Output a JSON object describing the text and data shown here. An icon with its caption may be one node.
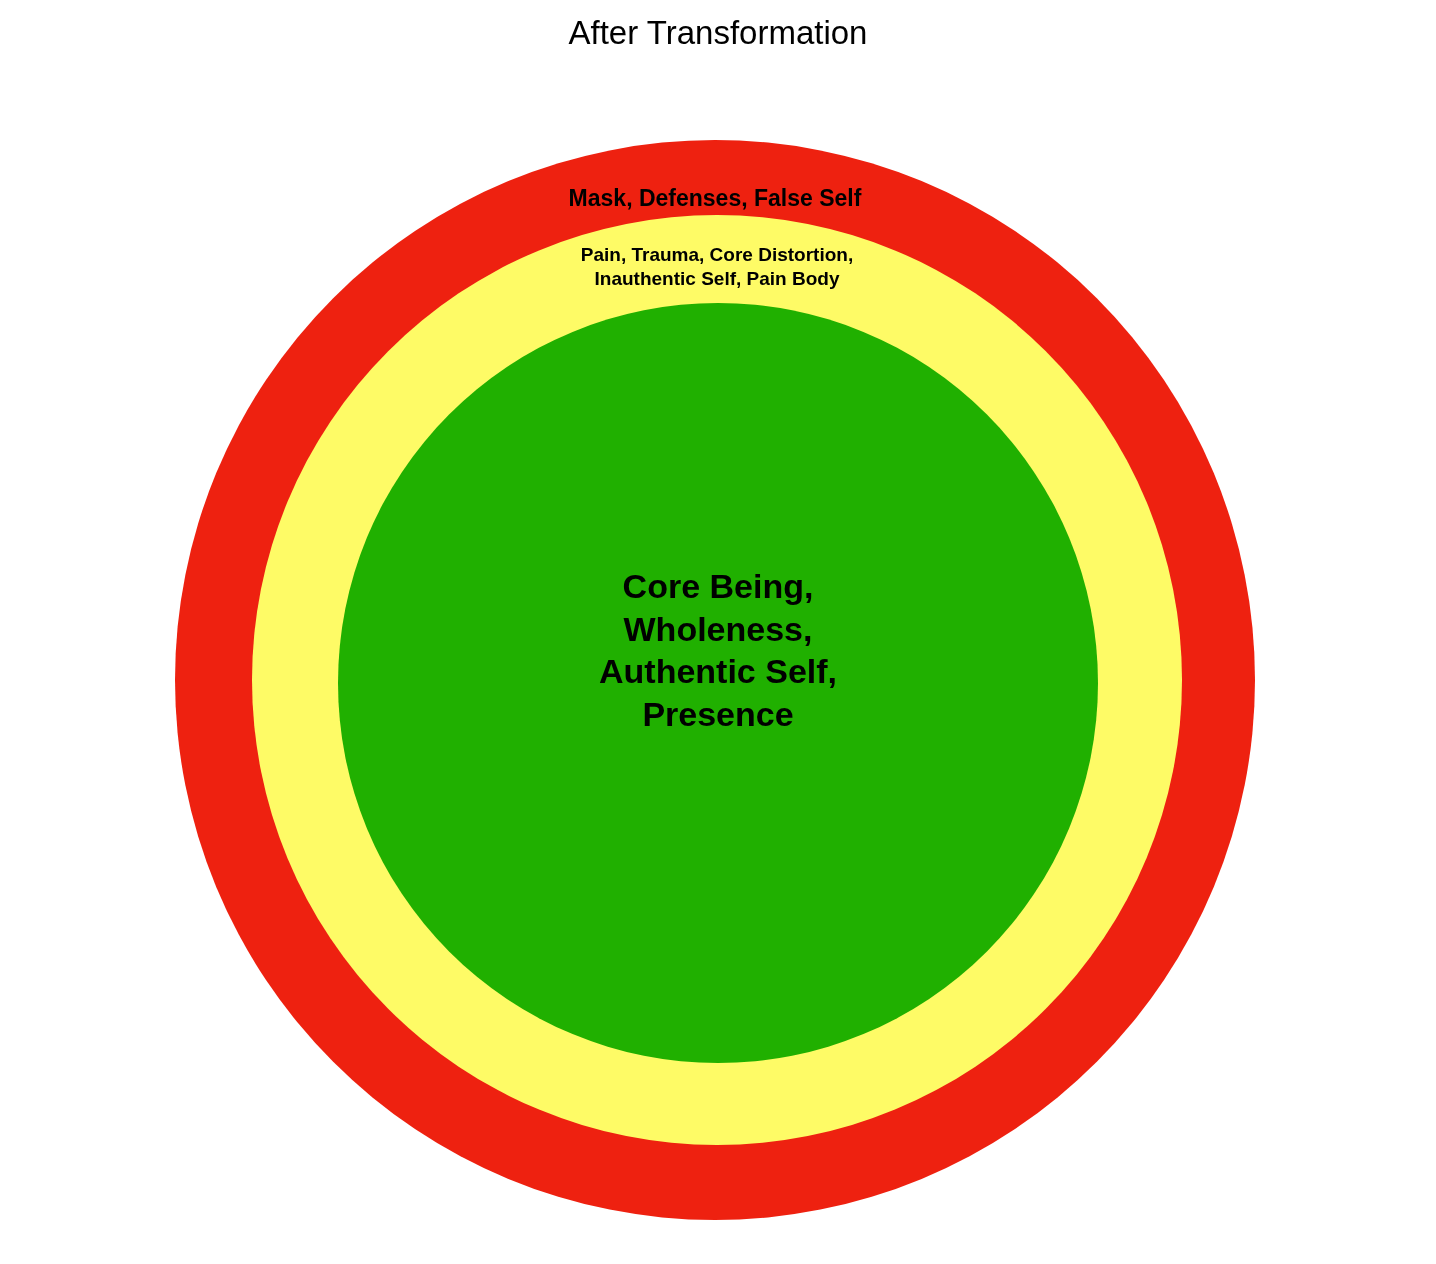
{
  "diagram": {
    "title": "After Transformation",
    "nodes": [
      {
        "text": [
          "Mask, Defenses, False Self"
        ]
      },
      {
        "text": [
          "Pain, Trauma, Core Distortion, Inauthentic Self, Pain Body"
        ],
        "in": 0
      },
      {
        "text": [
          "Core Being, Wholeness, Authentic Self, Presence"
        ],
        "in": 1
      }
    ]
  }
}
